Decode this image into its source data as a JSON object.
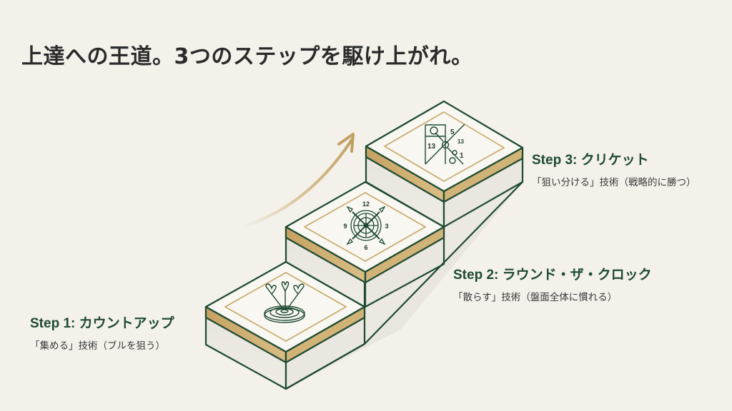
{
  "title": "上達への王道。3つのステップを駆け上がれ。",
  "colors": {
    "background": "#f3f1ea",
    "outline": "#1e4a33",
    "gold": "#c9a86a",
    "top_face": "#f8f7f1",
    "side_face": "#e4e2da",
    "title_text": "#2b2b2b",
    "step_text": "#1f4a34"
  },
  "steps": [
    {
      "step": "Step 1: カウントアップ",
      "desc": "「集める」技術（ブルを狙う）",
      "icon": "darts-in-bullseye-icon"
    },
    {
      "step": "Step 2: ラウンド・ザ・クロック",
      "desc": "「散らす」技術（盤面全体に慣れる）",
      "icon": "dartboard-clock-icon",
      "clock_numbers": [
        "12",
        "3",
        "6",
        "9"
      ]
    },
    {
      "step": "Step 3: クリケット",
      "desc": "「狙い分ける」技術（戦略的に勝つ）",
      "icon": "cricket-scoreboard-icon",
      "board_numbers": [
        "5",
        "13",
        "1"
      ]
    }
  ],
  "arrow": {
    "icon": "upward-arrow-icon"
  }
}
